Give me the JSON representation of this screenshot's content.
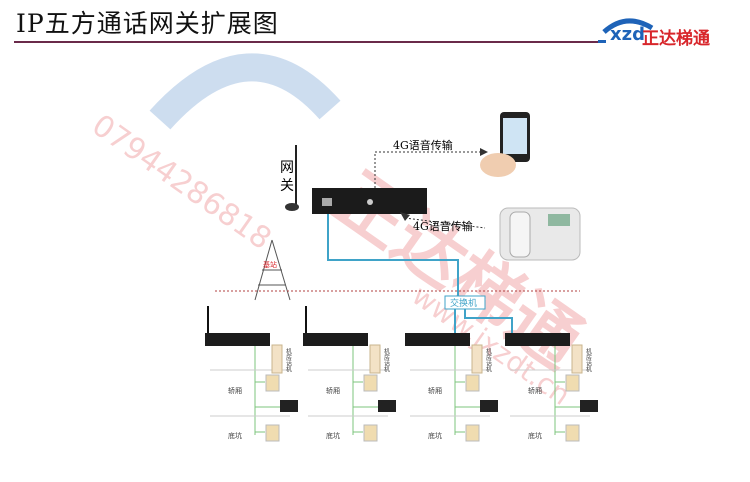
{
  "title": "IP五方通话网关扩展图",
  "logo": {
    "brand_latin": "xzd",
    "brand_cn": "正达梯通"
  },
  "watermark": {
    "phone": "07944286818",
    "url": "www.jxzdt.cn",
    "brand": "正达梯通"
  },
  "gateway": {
    "label_line1": "网",
    "label_line2": "关"
  },
  "links": {
    "to_mobile": "4G语音传输",
    "to_phone": "4G语音传输"
  },
  "tower_label": "基站",
  "switch_label": "交换机",
  "units": [
    {
      "machine_room_phone": "机房话机",
      "car": "轿厢",
      "pit": "底坑"
    },
    {
      "machine_room_phone": "机房话机",
      "car": "轿厢",
      "pit": "底坑"
    },
    {
      "machine_room_phone": "机房话机",
      "car": "轿厢",
      "pit": "底坑"
    },
    {
      "machine_room_phone": "机房话机",
      "car": "轿厢",
      "pit": "底坑"
    }
  ],
  "colors": {
    "accent_red": "#d8262b",
    "brand_blue": "#1e63b8",
    "cable_blue": "#3fa3c8"
  }
}
